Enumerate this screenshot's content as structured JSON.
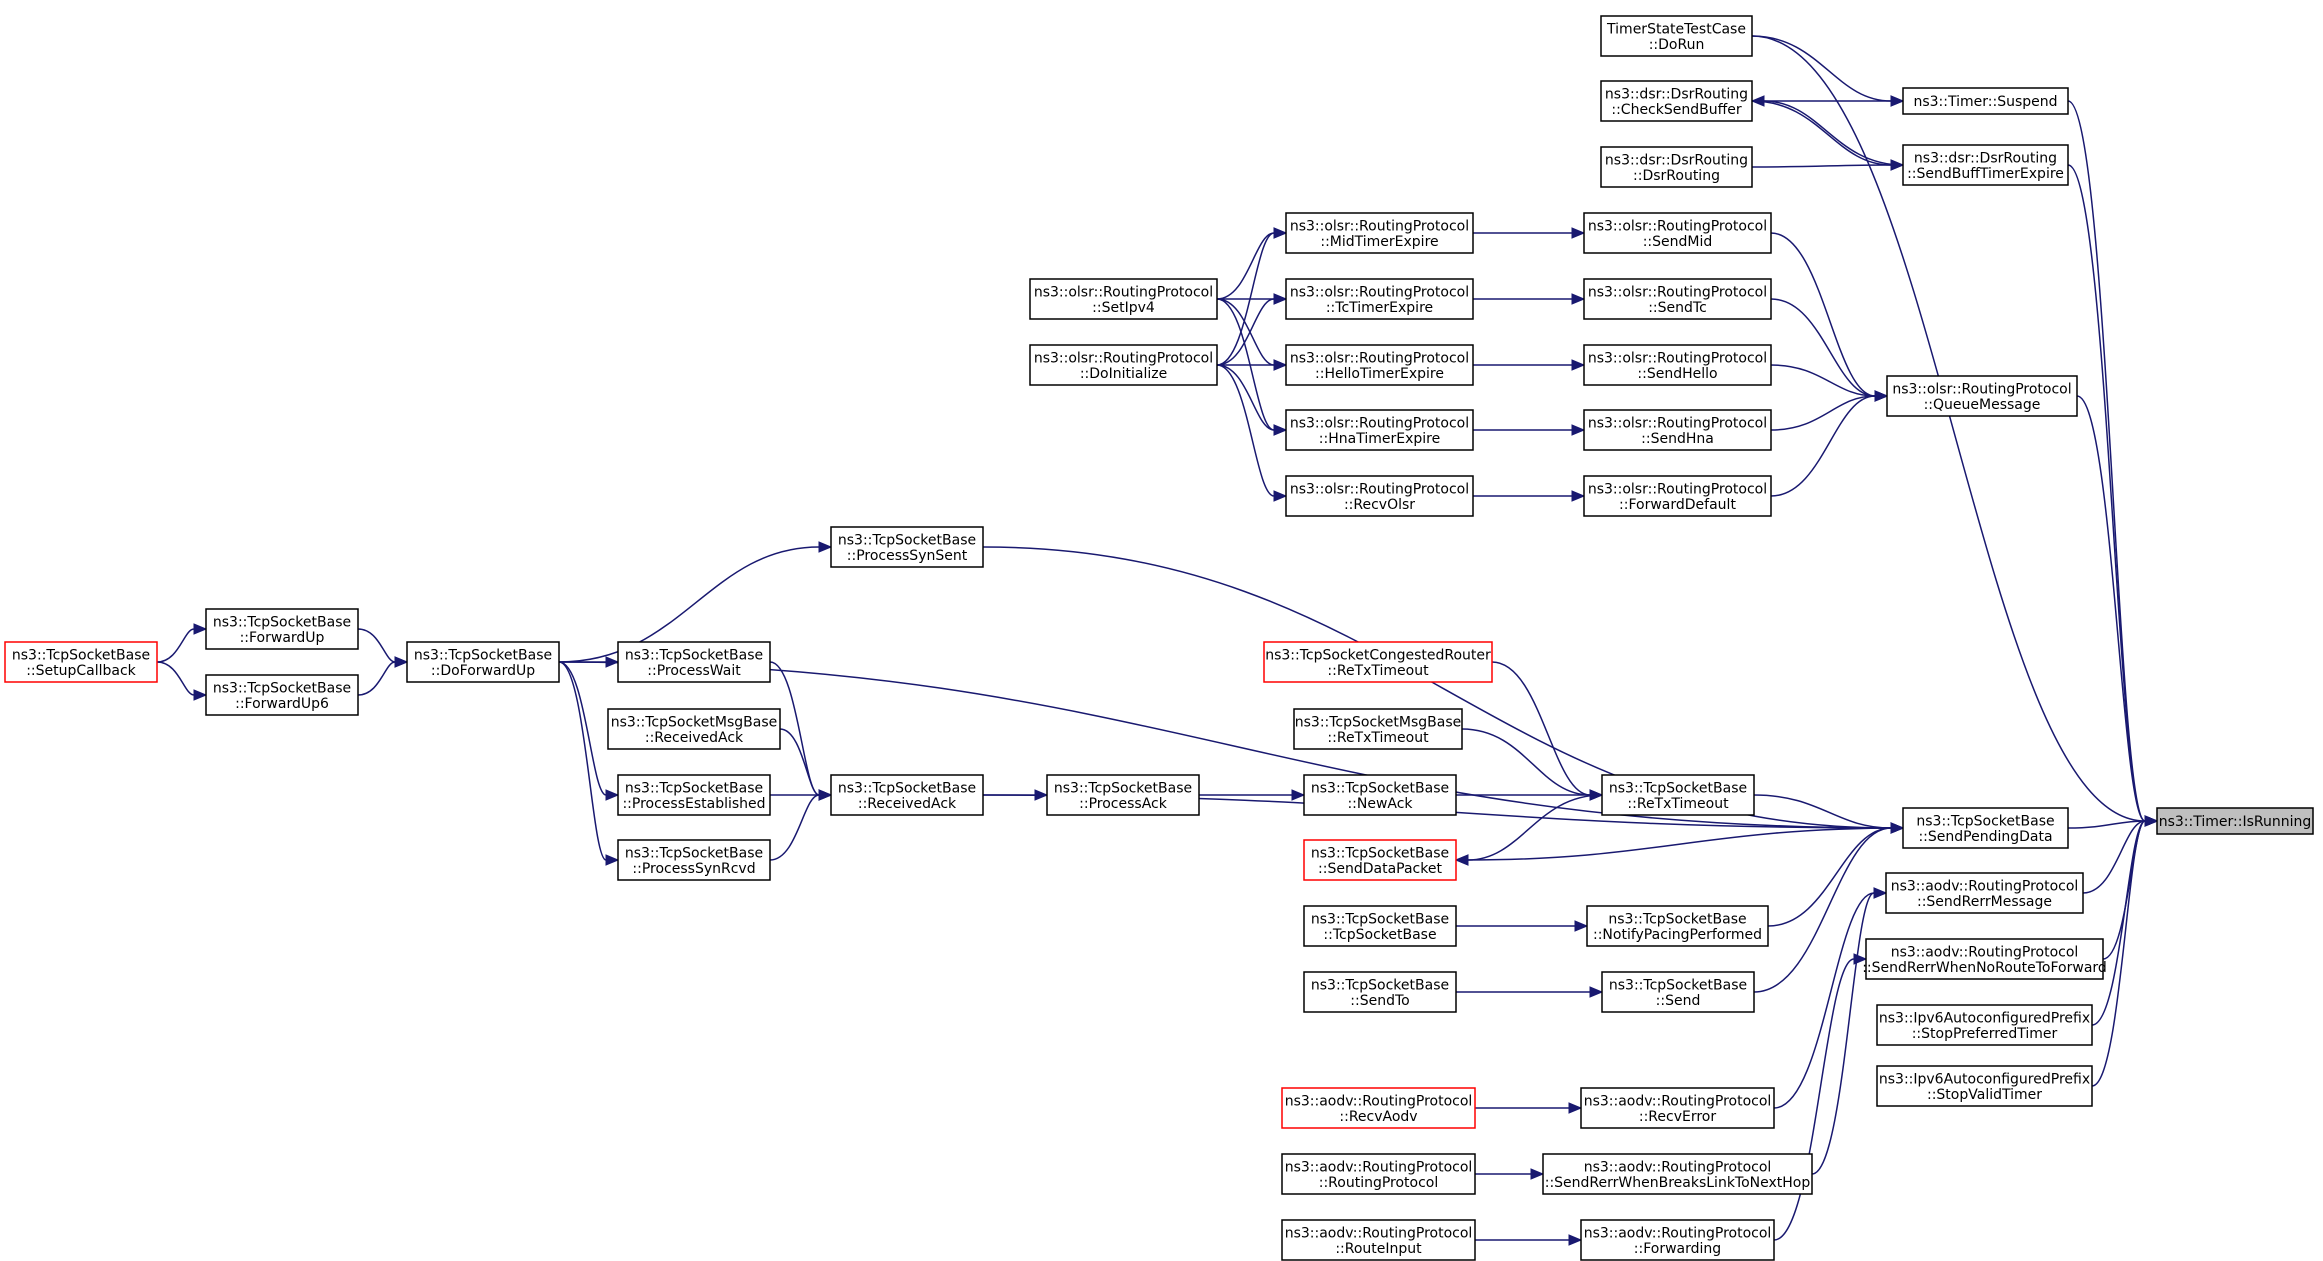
{
  "diagram": {
    "type": "call-graph",
    "colors": {
      "edge": "#191970",
      "node_border": "#000000",
      "node_border_incomplete": "#ff0000",
      "focus_node_fill": "#bfbfbf",
      "node_fill": "#ffffff"
    },
    "nodes": [
      {
        "id": "IsRunning",
        "lines": [
          "ns3::Timer::IsRunning"
        ],
        "style": "focus"
      },
      {
        "id": "TimerStateTestCase",
        "lines": [
          "TimerStateTestCase",
          "::DoRun"
        ],
        "style": "normal"
      },
      {
        "id": "TimerSuspend",
        "lines": [
          "ns3::Timer::Suspend"
        ],
        "style": "normal"
      },
      {
        "id": "CheckSendBuffer",
        "lines": [
          "ns3::dsr::DsrRouting",
          "::CheckSendBuffer"
        ],
        "style": "normal"
      },
      {
        "id": "DsrRouting",
        "lines": [
          "ns3::dsr::DsrRouting",
          "::DsrRouting"
        ],
        "style": "normal"
      },
      {
        "id": "SendBuffTimerExpire",
        "lines": [
          "ns3::dsr::DsrRouting",
          "::SendBuffTimerExpire"
        ],
        "style": "normal"
      },
      {
        "id": "MidTimerExpire",
        "lines": [
          "ns3::olsr::RoutingProtocol",
          "::MidTimerExpire"
        ],
        "style": "normal"
      },
      {
        "id": "SendMid",
        "lines": [
          "ns3::olsr::RoutingProtocol",
          "::SendMid"
        ],
        "style": "normal"
      },
      {
        "id": "SetIpv4",
        "lines": [
          "ns3::olsr::RoutingProtocol",
          "::SetIpv4"
        ],
        "style": "normal"
      },
      {
        "id": "TcTimerExpire",
        "lines": [
          "ns3::olsr::RoutingProtocol",
          "::TcTimerExpire"
        ],
        "style": "normal"
      },
      {
        "id": "SendTc",
        "lines": [
          "ns3::olsr::RoutingProtocol",
          "::SendTc"
        ],
        "style": "normal"
      },
      {
        "id": "DoInitialize",
        "lines": [
          "ns3::olsr::RoutingProtocol",
          "::DoInitialize"
        ],
        "style": "normal"
      },
      {
        "id": "HelloTimerExpire",
        "lines": [
          "ns3::olsr::RoutingProtocol",
          "::HelloTimerExpire"
        ],
        "style": "normal"
      },
      {
        "id": "SendHello",
        "lines": [
          "ns3::olsr::RoutingProtocol",
          "::SendHello"
        ],
        "style": "normal"
      },
      {
        "id": "QueueMessage",
        "lines": [
          "ns3::olsr::RoutingProtocol",
          "::QueueMessage"
        ],
        "style": "normal"
      },
      {
        "id": "HnaTimerExpire",
        "lines": [
          "ns3::olsr::RoutingProtocol",
          "::HnaTimerExpire"
        ],
        "style": "normal"
      },
      {
        "id": "SendHna",
        "lines": [
          "ns3::olsr::RoutingProtocol",
          "::SendHna"
        ],
        "style": "normal"
      },
      {
        "id": "RecvOlsr",
        "lines": [
          "ns3::olsr::RoutingProtocol",
          "::RecvOlsr"
        ],
        "style": "normal"
      },
      {
        "id": "ForwardDefault",
        "lines": [
          "ns3::olsr::RoutingProtocol",
          "::ForwardDefault"
        ],
        "style": "normal"
      },
      {
        "id": "ProcessSynSent",
        "lines": [
          "ns3::TcpSocketBase",
          "::ProcessSynSent"
        ],
        "style": "normal"
      },
      {
        "id": "SetupCallback",
        "lines": [
          "ns3::TcpSocketBase",
          "::SetupCallback"
        ],
        "style": "incomplete"
      },
      {
        "id": "ForwardUp",
        "lines": [
          "ns3::TcpSocketBase",
          "::ForwardUp"
        ],
        "style": "normal"
      },
      {
        "id": "ForwardUp6",
        "lines": [
          "ns3::TcpSocketBase",
          "::ForwardUp6"
        ],
        "style": "normal"
      },
      {
        "id": "DoForwardUp",
        "lines": [
          "ns3::TcpSocketBase",
          "::DoForwardUp"
        ],
        "style": "normal"
      },
      {
        "id": "ProcessWait",
        "lines": [
          "ns3::TcpSocketBase",
          "::ProcessWait"
        ],
        "style": "normal"
      },
      {
        "id": "MsgReceivedAck",
        "lines": [
          "ns3::TcpSocketMsgBase",
          "::ReceivedAck"
        ],
        "style": "normal"
      },
      {
        "id": "ProcessEstablished",
        "lines": [
          "ns3::TcpSocketBase",
          "::ProcessEstablished"
        ],
        "style": "normal"
      },
      {
        "id": "ProcessSynRcvd",
        "lines": [
          "ns3::TcpSocketBase",
          "::ProcessSynRcvd"
        ],
        "style": "normal"
      },
      {
        "id": "ReceivedAck",
        "lines": [
          "ns3::TcpSocketBase",
          "::ReceivedAck"
        ],
        "style": "normal"
      },
      {
        "id": "ProcessAck",
        "lines": [
          "ns3::TcpSocketBase",
          "::ProcessAck"
        ],
        "style": "normal"
      },
      {
        "id": "CongestedReTx",
        "lines": [
          "ns3::TcpSocketCongestedRouter",
          "::ReTxTimeout"
        ],
        "style": "incomplete"
      },
      {
        "id": "MsgReTx",
        "lines": [
          "ns3::TcpSocketMsgBase",
          "::ReTxTimeout"
        ],
        "style": "normal"
      },
      {
        "id": "NewAck",
        "lines": [
          "ns3::TcpSocketBase",
          "::NewAck"
        ],
        "style": "normal"
      },
      {
        "id": "ReTxTimeout",
        "lines": [
          "ns3::TcpSocketBase",
          "::ReTxTimeout"
        ],
        "style": "normal"
      },
      {
        "id": "SendDataPacket",
        "lines": [
          "ns3::TcpSocketBase",
          "::SendDataPacket"
        ],
        "style": "incomplete"
      },
      {
        "id": "SendPendingData",
        "lines": [
          "ns3::TcpSocketBase",
          "::SendPendingData"
        ],
        "style": "normal"
      },
      {
        "id": "TcpCtor",
        "lines": [
          "ns3::TcpSocketBase",
          "::TcpSocketBase"
        ],
        "style": "normal"
      },
      {
        "id": "NotifyPacing",
        "lines": [
          "ns3::TcpSocketBase",
          "::NotifyPacingPerformed"
        ],
        "style": "normal"
      },
      {
        "id": "SendTo",
        "lines": [
          "ns3::TcpSocketBase",
          "::SendTo"
        ],
        "style": "normal"
      },
      {
        "id": "Send",
        "lines": [
          "ns3::TcpSocketBase",
          "::Send"
        ],
        "style": "normal"
      },
      {
        "id": "SendRerrMessage",
        "lines": [
          "ns3::aodv::RoutingProtocol",
          "::SendRerrMessage"
        ],
        "style": "normal"
      },
      {
        "id": "SendRerrNoRoute",
        "lines": [
          "ns3::aodv::RoutingProtocol",
          "::SendRerrWhenNoRouteToForward"
        ],
        "style": "normal"
      },
      {
        "id": "StopPreferred",
        "lines": [
          "ns3::Ipv6AutoconfiguredPrefix",
          "::StopPreferredTimer"
        ],
        "style": "normal"
      },
      {
        "id": "StopValid",
        "lines": [
          "ns3::Ipv6AutoconfiguredPrefix",
          "::StopValidTimer"
        ],
        "style": "normal"
      },
      {
        "id": "RecvAodv",
        "lines": [
          "ns3::aodv::RoutingProtocol",
          "::RecvAodv"
        ],
        "style": "incomplete"
      },
      {
        "id": "RecvError",
        "lines": [
          "ns3::aodv::RoutingProtocol",
          "::RecvError"
        ],
        "style": "normal"
      },
      {
        "id": "AodvCtor",
        "lines": [
          "ns3::aodv::RoutingProtocol",
          "::RoutingProtocol"
        ],
        "style": "normal"
      },
      {
        "id": "SendRerrBreaks",
        "lines": [
          "ns3::aodv::RoutingProtocol",
          "::SendRerrWhenBreaksLinkToNextHop"
        ],
        "style": "normal"
      },
      {
        "id": "RouteInput",
        "lines": [
          "ns3::aodv::RoutingProtocol",
          "::RouteInput"
        ],
        "style": "normal"
      },
      {
        "id": "Forwarding",
        "lines": [
          "ns3::aodv::RoutingProtocol",
          "::Forwarding"
        ],
        "style": "normal"
      }
    ],
    "edges": [
      [
        "TimerStateTestCase",
        "IsRunning"
      ],
      [
        "TimerStateTestCase",
        "TimerSuspend"
      ],
      [
        "CheckSendBuffer",
        "TimerSuspend"
      ],
      [
        "TimerSuspend",
        "IsRunning"
      ],
      [
        "CheckSendBuffer",
        "SendBuffTimerExpire"
      ],
      [
        "SendBuffTimerExpire",
        "CheckSendBuffer"
      ],
      [
        "DsrRouting",
        "SendBuffTimerExpire"
      ],
      [
        "SendBuffTimerExpire",
        "IsRunning"
      ],
      [
        "MidTimerExpire",
        "SendMid"
      ],
      [
        "TcTimerExpire",
        "SendTc"
      ],
      [
        "HelloTimerExpire",
        "SendHello"
      ],
      [
        "HnaTimerExpire",
        "SendHna"
      ],
      [
        "RecvOlsr",
        "ForwardDefault"
      ],
      [
        "SendMid",
        "QueueMessage"
      ],
      [
        "SendTc",
        "QueueMessage"
      ],
      [
        "SendHello",
        "QueueMessage"
      ],
      [
        "SendHna",
        "QueueMessage"
      ],
      [
        "ForwardDefault",
        "QueueMessage"
      ],
      [
        "QueueMessage",
        "IsRunning"
      ],
      [
        "SetIpv4",
        "MidTimerExpire"
      ],
      [
        "SetIpv4",
        "TcTimerExpire"
      ],
      [
        "SetIpv4",
        "HelloTimerExpire"
      ],
      [
        "SetIpv4",
        "HnaTimerExpire"
      ],
      [
        "DoInitialize",
        "MidTimerExpire"
      ],
      [
        "DoInitialize",
        "TcTimerExpire"
      ],
      [
        "DoInitialize",
        "HelloTimerExpire"
      ],
      [
        "DoInitialize",
        "HnaTimerExpire"
      ],
      [
        "DoInitialize",
        "RecvOlsr"
      ],
      [
        "SetupCallback",
        "ForwardUp"
      ],
      [
        "SetupCallback",
        "ForwardUp6"
      ],
      [
        "ForwardUp",
        "DoForwardUp"
      ],
      [
        "ForwardUp6",
        "DoForwardUp"
      ],
      [
        "DoForwardUp",
        "ProcessSynSent"
      ],
      [
        "DoForwardUp",
        "ProcessWait"
      ],
      [
        "DoForwardUp",
        "ProcessEstablished"
      ],
      [
        "DoForwardUp",
        "ProcessSynRcvd"
      ],
      [
        "DoForwardUp",
        "SendPendingData"
      ],
      [
        "ProcessSynSent",
        "SendPendingData"
      ],
      [
        "ProcessWait",
        "ReceivedAck"
      ],
      [
        "MsgReceivedAck",
        "ReceivedAck"
      ],
      [
        "ProcessEstablished",
        "ReceivedAck"
      ],
      [
        "ProcessSynRcvd",
        "ReceivedAck"
      ],
      [
        "ReceivedAck",
        "ProcessAck"
      ],
      [
        "ReceivedAck",
        "SendPendingData"
      ],
      [
        "ProcessAck",
        "NewAck"
      ],
      [
        "NewAck",
        "ReTxTimeout"
      ],
      [
        "CongestedReTx",
        "ReTxTimeout"
      ],
      [
        "MsgReTx",
        "ReTxTimeout"
      ],
      [
        "ReTxTimeout",
        "SendDataPacket"
      ],
      [
        "SendPendingData",
        "SendDataPacket"
      ],
      [
        "ReTxTimeout",
        "SendPendingData"
      ],
      [
        "SendPendingData",
        "IsRunning"
      ],
      [
        "TcpCtor",
        "NotifyPacing"
      ],
      [
        "NotifyPacing",
        "SendPendingData"
      ],
      [
        "SendTo",
        "Send"
      ],
      [
        "Send",
        "SendPendingData"
      ],
      [
        "SendRerrMessage",
        "IsRunning"
      ],
      [
        "SendRerrNoRoute",
        "IsRunning"
      ],
      [
        "StopPreferred",
        "IsRunning"
      ],
      [
        "StopValid",
        "IsRunning"
      ],
      [
        "RecvAodv",
        "RecvError"
      ],
      [
        "RecvError",
        "SendRerrMessage"
      ],
      [
        "AodvCtor",
        "SendRerrBreaks"
      ],
      [
        "SendRerrBreaks",
        "SendRerrMessage"
      ],
      [
        "RouteInput",
        "Forwarding"
      ],
      [
        "Forwarding",
        "SendRerrNoRoute"
      ]
    ]
  }
}
